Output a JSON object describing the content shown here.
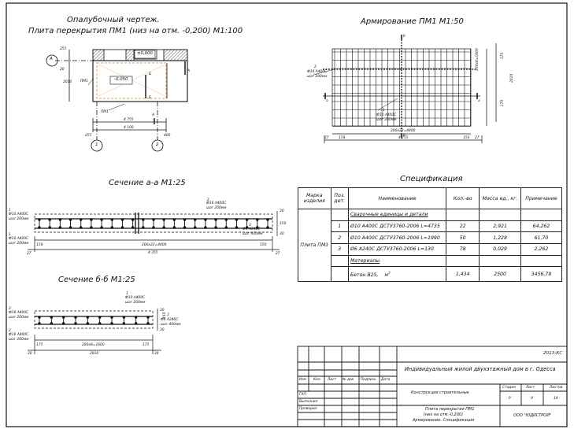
{
  "drawing_titles": {
    "formwork_line1": "Опалубочный чертеж.",
    "formwork_line2": "Плита перекрытия ПМ1 (низ на отм. -0,200) М1:100",
    "reinforcement": "Армирование ПМ1 М1:50",
    "section_aa": "Сечение а-а М1:25",
    "section_bb": "Сечение б-б М1:25",
    "specification": "Спецификация"
  },
  "formwork": {
    "axis_a": "А",
    "axis_1": "1",
    "axis_2": "2",
    "mark_top": "±0,000",
    "mark_bottom": "-0,050",
    "label_pm1": "ПМ1",
    "label_pm1_lower": "ПМ1",
    "dim_255_top": "255",
    "dim_20": "20",
    "dim_2010": "2010",
    "dim_4755": "4 755",
    "dim_4100": "4 100",
    "dim_255_bottom": "255",
    "dim_400": "400",
    "cut_a": "А",
    "cut_b1": "Б",
    "cut_b2": "Б",
    "cut_a2": "А"
  },
  "reinforcement": {
    "cut_b": "б",
    "cut_b2": "б",
    "cut_a": "а",
    "cut_a2": "а",
    "bar_left_num": "2",
    "bar_left_text1": "Ф16 А400С",
    "bar_left_text2": "шаг 200мм",
    "bar_bottom_num": "1",
    "bar_bottom_text1": "Ф10 А400С",
    "bar_bottom_text2": "шаг 200мм",
    "dim_vertical": "200х8=1600",
    "dim_175_top": "175",
    "dim_175_bottom": "175",
    "dim_2010": "2010",
    "dim_horizontal": "200х22=4400",
    "dim_27_left": "27",
    "dim_158": "158",
    "dim_4755": "4 755",
    "dim_150": "150",
    "dim_27_right": "27"
  },
  "section_aa": {
    "top_num": "2",
    "top_text1": "Ф16 А400С",
    "top_text2": "шаг 200мм",
    "left_num": "1",
    "left_text1": "Ф10 А400С",
    "left_text2": "шаг 200мм",
    "left2_num": "1",
    "left2_text1": "Ф10 А400С",
    "left2_text2": "шаг 200мм",
    "right_num": "3",
    "right_text1": "Ф6 А240С",
    "right_text2": "шаг 400мм",
    "dim_158": "158",
    "dim_mid": "200х22=4400",
    "dim_150": "150",
    "dim_4355": "4 355",
    "dim_27_left": "27",
    "dim_27_right": "27",
    "dim_30_top": "30",
    "dim_150_v": "150",
    "dim_30_bottom": "30"
  },
  "section_bb": {
    "top_num": "1",
    "top_text1": "Ф10 А400С",
    "top_text2": "шаг 200мм",
    "left_num": "2",
    "left_text1": "Ф16 А400С",
    "left_text2": "шаг 200мм",
    "left2_num": "2",
    "left2_text1": "Ф16 А400С",
    "left2_text2": "шаг 200мм",
    "right_num": "3",
    "right_text1": "Ф6 А240С",
    "right_text2": "шаг 400мм",
    "dim_175_left": "175",
    "dim_mid": "200х8=1600",
    "dim_175_right": "175",
    "dim_2010": "2010",
    "dim_30_left": "30",
    "dim_30_right": "30",
    "dim_30_top": "30",
    "dim_150_v": "150",
    "dim_30_bottom": "30"
  },
  "spec": {
    "headers": [
      "Марка изделия",
      "Поз. дет.",
      "Наименование",
      "Кол.-во",
      "Масса ед., кг.",
      "Примечание"
    ],
    "group_welded": "Сварочные единицы и детали",
    "item_mark": "Плита ПМ1",
    "rows": [
      {
        "pos": "1",
        "name": "Ø10  А400С  ДСТУ3760-2006   L=4735",
        "qty": "22",
        "mass": "2,921",
        "note": "64,262"
      },
      {
        "pos": "2",
        "name": "Ø10  А400С  ДСТУ3760-2006   L=1990",
        "qty": "50",
        "mass": "1,228",
        "note": "61,70"
      },
      {
        "pos": "3",
        "name": "Ø6  А240С  ДСТУ3760-2006   L=130",
        "qty": "78",
        "mass": "0,029",
        "note": "2,262"
      }
    ],
    "group_materials": "Материалы",
    "material": {
      "name": "Бетон В25,",
      "unit": "м",
      "unit_sup": "3",
      "qty": "1,434",
      "mass": "2500",
      "note": "3456,78"
    }
  },
  "title_block": {
    "code": "2013-КС",
    "project": "Индивидуальный жилой двухэтажный дом в г. Одесса",
    "section": "Конструкции строительные",
    "cols": [
      "Изм",
      "Кол.",
      "Лист",
      "№ док",
      "Подпись",
      "Дата"
    ],
    "roles": [
      "ГАП",
      "Выполнил",
      "Проверил"
    ],
    "stage_label": "Стадия",
    "sheet_label": "Лист",
    "sheets_label": "Листов",
    "stage": "Р",
    "sheet": "9",
    "sheets": "14",
    "sheet_title1": "Плита перекрытия ПМ1",
    "sheet_title2": "(низ на отм.-0,200)",
    "sheet_title3": "Армирование. Спецификация",
    "company": "ООО \"ЮДИСТРОЙ\""
  }
}
